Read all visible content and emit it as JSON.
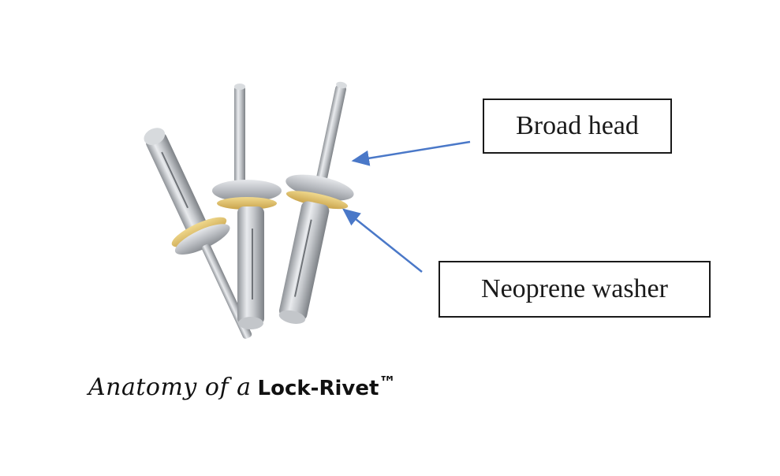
{
  "labels": {
    "broad_head": "Broad head",
    "neoprene_washer": "Neoprene washer"
  },
  "caption": {
    "italic_part": "Anatomy of a",
    "bold_part": "Lock-Rivet",
    "trademark": "™"
  },
  "colors": {
    "arrow": "#4a78c8",
    "washer": "#d9b85a",
    "metal": "#c9ccd0",
    "box_border": "#1a1a1a"
  },
  "items": {
    "rivets": [
      "rivet-left",
      "rivet-middle",
      "rivet-right"
    ]
  }
}
